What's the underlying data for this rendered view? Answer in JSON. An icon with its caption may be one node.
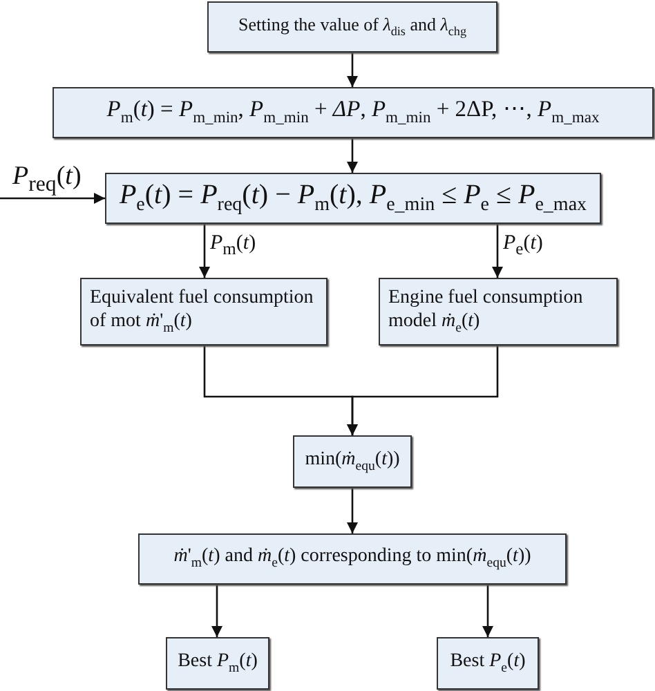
{
  "diagram": {
    "nodes": [
      {
        "text": [
          "Setting the value of *λ*$_{dis}$ and *λ*$_{chg}$"
        ]
      },
      {
        "text": [
          "*P*$_{m}$(*t*) = *P*$_{m_min}$, *P*$_{m_min}$ + *ΔP*, *P*$_{m_min}$ + 2ΔP, ⋯, *P*$_{m_max}$"
        ]
      },
      {
        "text": [
          "*P*$_{e}$(*t*) = *P*$_{req}$(*t*) − *P*$_{m}$(*t*), *P*$_{e_min}$ ≤ *P*$_{e}$ ≤ *P*$_{e_max}$"
        ]
      },
      {
        "text": [
          "Equivalent fuel consumption of mot *ṁ*'$_{m}$(*t*)"
        ]
      },
      {
        "text": [
          "Engine fuel consumption model *ṁ*$_{e}$(*t*)"
        ]
      },
      {
        "text": [
          "min(*ṁ*$_{equ}$(*t*))"
        ]
      },
      {
        "text": [
          "*ṁ*'$_{m}$(*t*) and *ṁ*$_{e}$(*t*) corresponding to min(*ṁ*$_{equ}$(*t*))"
        ]
      },
      {
        "text": [
          "Best *P*$_{m}$(*t*)"
        ]
      },
      {
        "text": [
          "Best *P*$_{e}$(*t*)"
        ]
      }
    ],
    "edges": [
      {
        "from": 0,
        "to": 1,
        "arrow": "to"
      },
      {
        "from": 1,
        "to": 2,
        "arrow": "to"
      },
      {
        "from": null,
        "to": 2,
        "arrow": "to",
        "label": "*P*$_{req}$(*t*)"
      },
      {
        "from": 2,
        "to": 3,
        "arrow": "to",
        "label": "*P*$_{m}$(*t*)"
      },
      {
        "from": 2,
        "to": 4,
        "arrow": "to",
        "label": "*P*$_{e}$(*t*)"
      },
      {
        "from": 3,
        "to": 5,
        "arrow": "to"
      },
      {
        "from": 4,
        "to": 5,
        "arrow": "to"
      },
      {
        "from": 5,
        "to": 6,
        "arrow": "to"
      },
      {
        "from": 6,
        "to": 7,
        "arrow": "to"
      },
      {
        "from": 6,
        "to": 8,
        "arrow": "to"
      }
    ]
  }
}
